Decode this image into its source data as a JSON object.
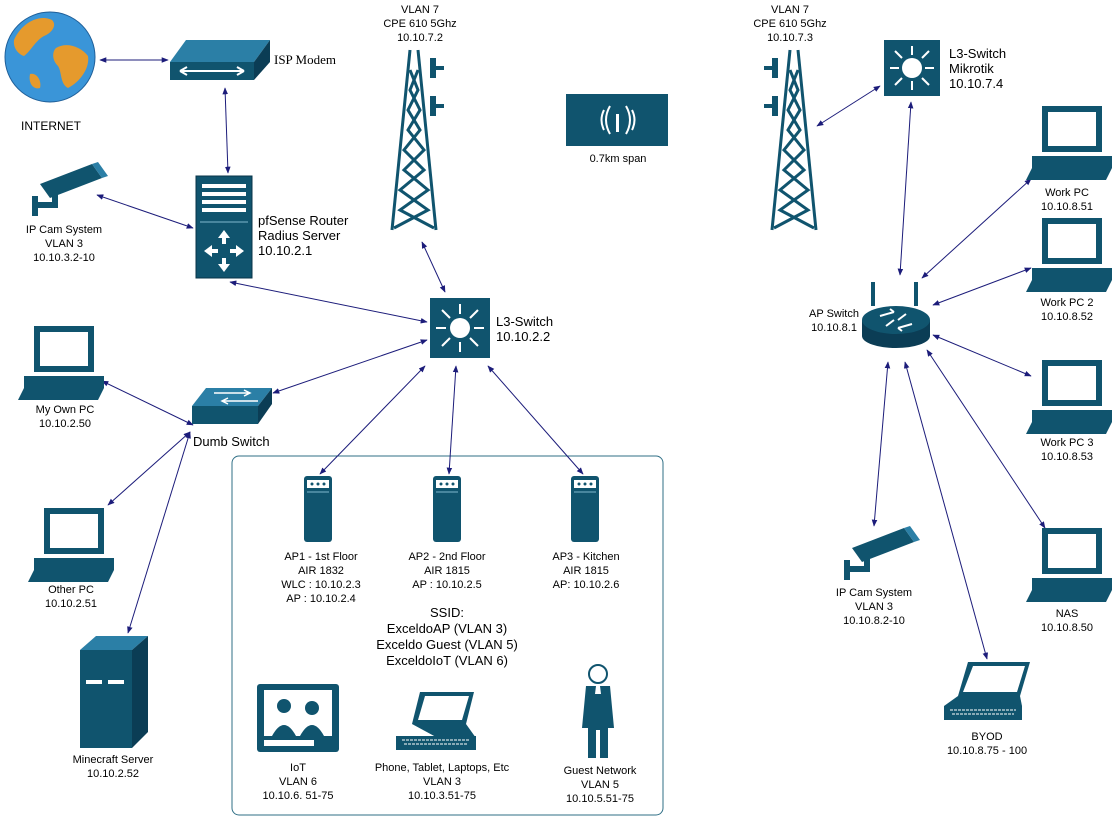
{
  "colors": {
    "icon": "#10546e",
    "line": "#1c1c7a",
    "frame": "#2f6f86"
  },
  "nodes": {
    "internet": {
      "icon": "globe-icon",
      "label": "INTERNET"
    },
    "isp_modem": {
      "icon": "modem-icon",
      "label": "ISP Modem"
    },
    "pfsense": {
      "icon": "router-server-icon",
      "lines": [
        "pfSense Router",
        "Radius Server",
        "10.10.2.1"
      ]
    },
    "ipcam1": {
      "icon": "security-camera-icon",
      "lines": [
        "IP Cam System",
        "VLAN 3",
        "10.10.3.2-10"
      ]
    },
    "tower1": {
      "icon": "radio-tower-icon",
      "lines": [
        "VLAN 7",
        "CPE 610 5Ghz",
        "10.10.7.2"
      ]
    },
    "tower2": {
      "icon": "radio-tower-icon",
      "lines": [
        "VLAN 7",
        "CPE 610 5Ghz",
        "10.10.7.3"
      ]
    },
    "span": {
      "icon": "wireless-link-icon",
      "label": "0.7km span"
    },
    "l3_main": {
      "icon": "l3-switch-icon",
      "lines": [
        "L3-Switch",
        "10.10.2.2"
      ]
    },
    "l3_mikrotik": {
      "icon": "l3-switch-icon",
      "lines": [
        "L3-Switch",
        "Mikrotik",
        "10.10.7.4"
      ]
    },
    "my_pc": {
      "icon": "pc-icon",
      "lines": [
        "My Own PC",
        "10.10.2.50"
      ]
    },
    "dumb_switch": {
      "icon": "switch-icon",
      "label": "Dumb Switch"
    },
    "other_pc": {
      "icon": "pc-icon",
      "lines": [
        "Other PC",
        "10.10.2.51"
      ]
    },
    "minecraft": {
      "icon": "server-tower-icon",
      "lines": [
        "Minecraft Server",
        "10.10.2.52"
      ]
    },
    "ap1": {
      "icon": "access-point-icon",
      "lines": [
        "AP1 - 1st Floor",
        "AIR 1832",
        "WLC : 10.10.2.3",
        "AP : 10.10.2.4"
      ]
    },
    "ap2": {
      "icon": "access-point-icon",
      "lines": [
        "AP2 - 2nd Floor",
        "AIR 1815",
        "AP : 10.10.2.5"
      ]
    },
    "ap3": {
      "icon": "access-point-icon",
      "lines": [
        "AP3 - Kitchen",
        "AIR 1815",
        "AP: 10.10.2.6"
      ]
    },
    "ssid": {
      "lines": [
        "SSID:",
        "ExceldoAP (VLAN 3)",
        "Exceldo Guest (VLAN 5)",
        "ExceldoIoT (VLAN 6)"
      ]
    },
    "iot": {
      "icon": "tv-icon",
      "lines": [
        "IoT",
        "VLAN 6",
        "10.10.6. 51-75"
      ]
    },
    "phones": {
      "icon": "laptop-icon",
      "lines": [
        "Phone, Tablet, Laptops, Etc",
        "VLAN 3",
        "10.10.3.51-75"
      ]
    },
    "guest": {
      "icon": "person-icon",
      "lines": [
        "Guest Network",
        "VLAN 5",
        "10.10.5.51-75"
      ]
    },
    "ap_switch": {
      "icon": "wireless-router-icon",
      "lines": [
        "AP Switch",
        "10.10.8.1"
      ]
    },
    "work_pc": {
      "icon": "pc-icon",
      "lines": [
        "Work PC",
        "10.10.8.51"
      ]
    },
    "work_pc2": {
      "icon": "pc-icon",
      "lines": [
        "Work PC 2",
        "10.10.8.52"
      ]
    },
    "work_pc3": {
      "icon": "pc-icon",
      "lines": [
        "Work PC 3",
        "10.10.8.53"
      ]
    },
    "nas": {
      "icon": "pc-icon",
      "lines": [
        "NAS",
        "10.10.8.50"
      ]
    },
    "ipcam2": {
      "icon": "security-camera-icon",
      "lines": [
        "IP Cam System",
        "VLAN 3",
        "10.10.8.2-10"
      ]
    },
    "byod": {
      "icon": "laptop-icon",
      "lines": [
        "BYOD",
        "10.10.8.75 - 100"
      ]
    }
  }
}
